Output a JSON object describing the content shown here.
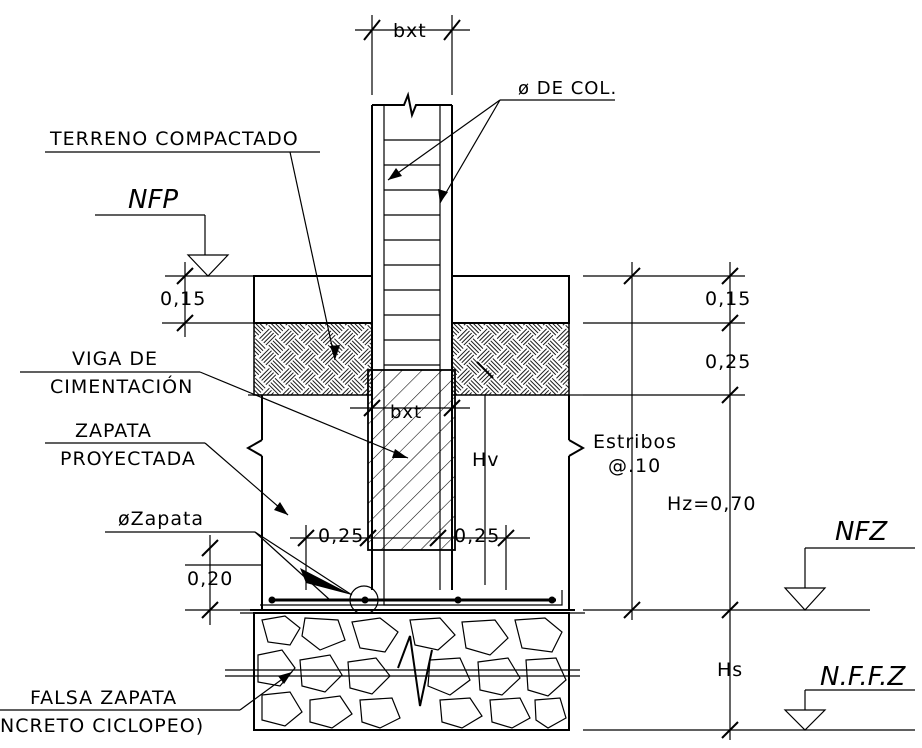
{
  "labels": {
    "bxt_top": "bxt",
    "bxt_inner": "bxt",
    "phi_col": "ø DE COL.",
    "terreno": "TERRENO COMPACTADO",
    "nfp": "NFP",
    "dim_015_left": "0,15",
    "dim_015_right": "0,15",
    "dim_025_right": "0,25",
    "viga_1": "VIGA DE",
    "viga_2": "CIMENTACIÓN",
    "zapata_1": "ZAPATA",
    "zapata_2": "PROYECTADA",
    "hv": "Hv",
    "estribos_1": "Estribos",
    "estribos_2": "@.10",
    "hz": "Hz=0,70",
    "phi_zapata": "øZapata",
    "dim_025_a": "0,25",
    "dim_025_b": "0,25",
    "nfz": "NFZ",
    "dim_020": "0,20",
    "hs": "Hs",
    "nffz": "N.F.F.Z",
    "falsa_1": "FALSA ZAPATA",
    "falsa_2": "NCRETO CICLOPEO)"
  }
}
